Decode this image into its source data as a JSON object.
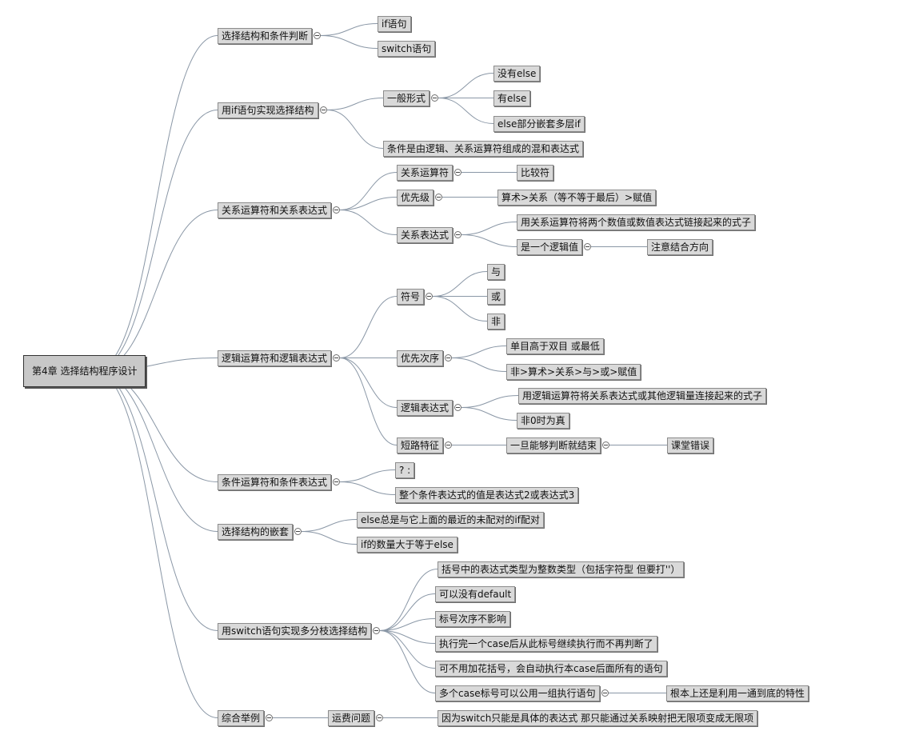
{
  "mindmap": {
    "root": {
      "label": "第4章 选择结构程序设计"
    },
    "branches": [
      {
        "label": "选择结构和条件判断",
        "children": [
          {
            "label": "if语句"
          },
          {
            "label": "switch语句"
          }
        ]
      },
      {
        "label": "用if语句实现选择结构",
        "children": [
          {
            "label": "一般形式",
            "children": [
              {
                "label": "没有else"
              },
              {
                "label": "有else"
              },
              {
                "label": "else部分嵌套多层if"
              }
            ]
          },
          {
            "label": "条件是由逻辑、关系运算符组成的混和表达式"
          }
        ]
      },
      {
        "label": "关系运算符和关系表达式",
        "children": [
          {
            "label": "关系运算符",
            "children": [
              {
                "label": "比较符"
              }
            ]
          },
          {
            "label": "优先级",
            "children": [
              {
                "label": "算术>关系（等不等于最后）>赋值"
              }
            ]
          },
          {
            "label": "关系表达式",
            "children": [
              {
                "label": "用关系运算符将两个数值或数值表达式链接起来的式子"
              },
              {
                "label": "是一个逻辑值",
                "children": [
                  {
                    "label": "注意结合方向"
                  }
                ]
              }
            ]
          }
        ]
      },
      {
        "label": "逻辑运算符和逻辑表达式",
        "children": [
          {
            "label": "符号",
            "children": [
              {
                "label": "与"
              },
              {
                "label": "或"
              },
              {
                "label": "非"
              }
            ]
          },
          {
            "label": "优先次序",
            "children": [
              {
                "label": "单目高于双目 或最低"
              },
              {
                "label": "非>算术>关系>与>或>赋值"
              }
            ]
          },
          {
            "label": "逻辑表达式",
            "children": [
              {
                "label": "用逻辑运算符将关系表达式或其他逻辑量连接起来的式子"
              },
              {
                "label": "非0时为真"
              }
            ]
          },
          {
            "label": "短路特征",
            "children": [
              {
                "label": "一旦能够判断就结束",
                "children": [
                  {
                    "label": "课堂错误"
                  }
                ]
              }
            ]
          }
        ]
      },
      {
        "label": "条件运算符和条件表达式",
        "children": [
          {
            "label": "?  :"
          },
          {
            "label": "整个条件表达式的值是表达式2或表达式3"
          }
        ]
      },
      {
        "label": "选择结构的嵌套",
        "children": [
          {
            "label": "else总是与它上面的最近的未配对的if配对"
          },
          {
            "label": "if的数量大于等于else"
          }
        ]
      },
      {
        "label": "用switch语句实现多分枝选择结构",
        "children": [
          {
            "label": "括号中的表达式类型为整数类型（包括字符型 但要打''）"
          },
          {
            "label": "可以没有default"
          },
          {
            "label": "标号次序不影响"
          },
          {
            "label": "执行完一个case后从此标号继续执行而不再判断了"
          },
          {
            "label": "可不用加花括号，会自动执行本case后面所有的语句"
          },
          {
            "label": "多个case标号可以公用一组执行语句",
            "children": [
              {
                "label": "根本上还是利用一通到底的特性"
              }
            ]
          }
        ]
      },
      {
        "label": "综合举例",
        "children": [
          {
            "label": "运费问题",
            "children": [
              {
                "label": "因为switch只能是具体的表达式  那只能通过关系映射把无限项变成无限项"
              }
            ]
          }
        ]
      }
    ]
  }
}
